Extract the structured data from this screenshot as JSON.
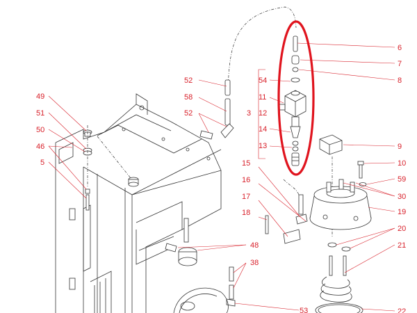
{
  "diagram": {
    "colors": {
      "label": "#d8202a",
      "ink": "#333333",
      "highlight": "#e0141e",
      "background": "#ffffff"
    },
    "labels": {
      "p6": "6",
      "p7": "7",
      "p8": "8",
      "p54": "54",
      "p11": "11",
      "p3": "3",
      "p12": "12",
      "p14": "14",
      "p13": "13",
      "p9": "9",
      "p10": "10",
      "p59": "59",
      "p30": "30",
      "p19": "19",
      "p20": "20",
      "p21": "21",
      "p22": "22",
      "p15": "15",
      "p16": "16",
      "p17": "17",
      "p18": "18",
      "p52a": "52",
      "p58": "58",
      "p52b": "52",
      "p48": "48",
      "p38": "38",
      "p53": "53",
      "p49": "49",
      "p51": "51",
      "p50": "50",
      "p46": "46",
      "p5": "5"
    },
    "highlight": {
      "shape": "ellipse",
      "color": "#e0141e",
      "encloses": [
        "6",
        "7",
        "8",
        "54",
        "11",
        "12",
        "14",
        "13"
      ]
    }
  }
}
